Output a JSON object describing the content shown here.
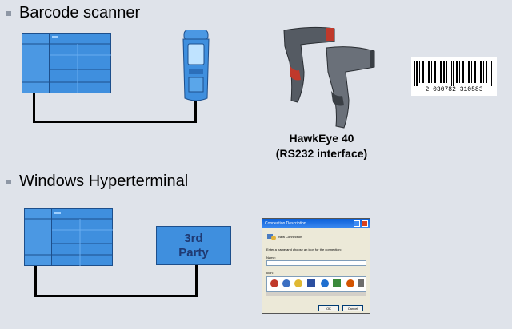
{
  "sections": [
    {
      "title": "Barcode scanner"
    },
    {
      "title": "Windows Hyperterminal"
    }
  ],
  "scanner": {
    "caption_line1": "HawkEye 40",
    "caption_line2": "(RS232 interface)"
  },
  "barcode": {
    "digits": "2 030782 310583"
  },
  "third_party": {
    "line1": "3rd",
    "line2": "Party"
  },
  "dialog": {
    "title": "Connection Description",
    "heading": "New Connection",
    "prompt": "Enter a name and choose an icon for the connection:",
    "name_label": "Name:",
    "icon_label": "Icon:",
    "ok_label": "OK",
    "cancel_label": "Cancel"
  },
  "colors": {
    "plc_fill": "#3f8fde",
    "plc_stroke": "#1d4f8c",
    "background": "#dfe3ea"
  }
}
